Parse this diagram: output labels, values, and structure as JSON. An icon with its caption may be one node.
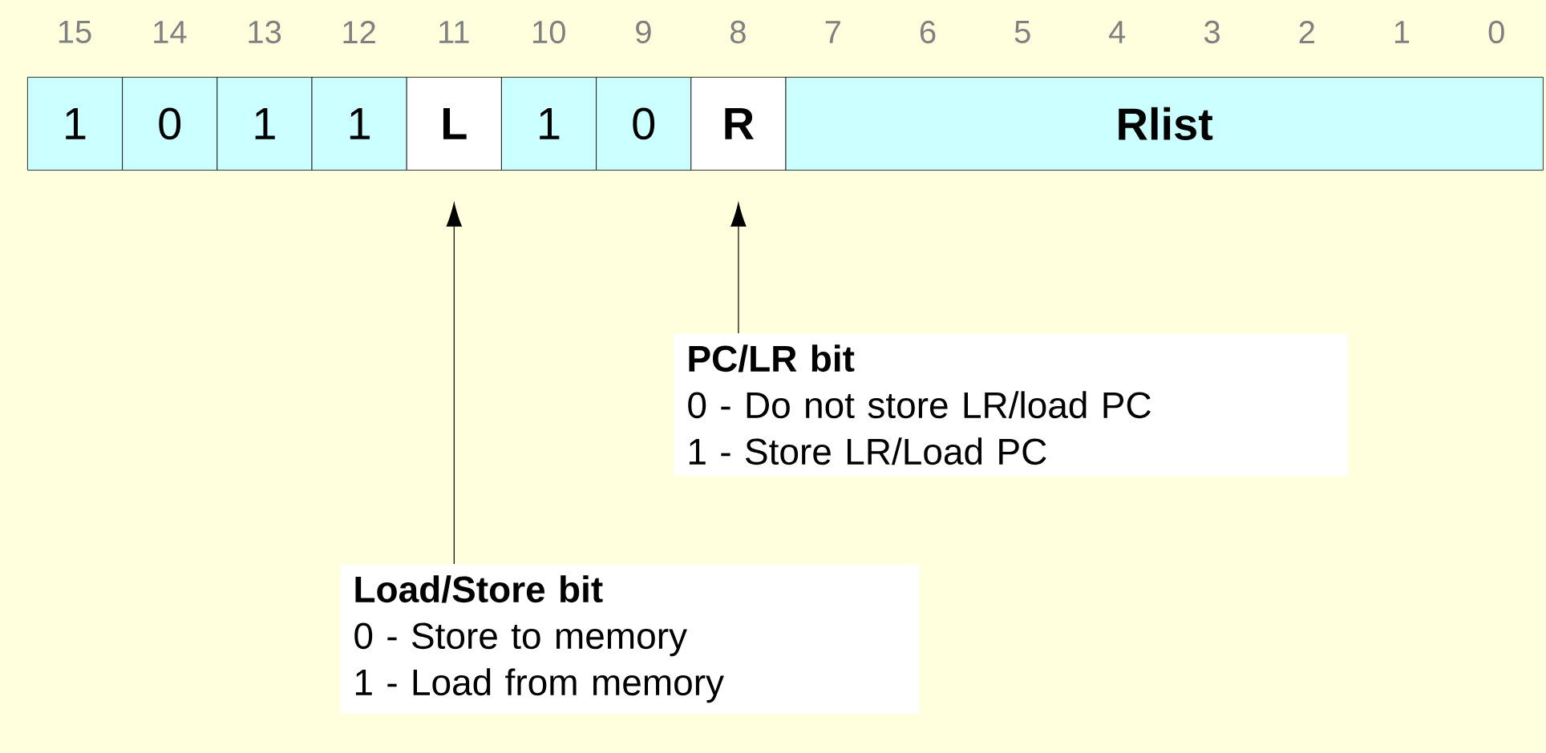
{
  "diagram": {
    "nodes": [
      {
        "text": [
          "1"
        ]
      },
      {
        "text": [
          "0"
        ]
      },
      {
        "text": [
          "1"
        ]
      },
      {
        "text": [
          "1"
        ]
      },
      {
        "text": [
          "L"
        ]
      },
      {
        "text": [
          "1"
        ]
      },
      {
        "text": [
          "0"
        ]
      },
      {
        "text": [
          "R"
        ]
      },
      {
        "text": [
          "Rlist"
        ]
      },
      {
        "text": [
          "PC/LR bit",
          "0 - Do not store LR/load PC",
          "1 - Store LR/Load PC"
        ]
      },
      {
        "text": [
          "Load/Store bit",
          "0 - Store to memory",
          "1 - Load from memory"
        ]
      }
    ],
    "edges": [
      {
        "from": 9,
        "to": 7,
        "arrow": "to"
      },
      {
        "from": 10,
        "to": 4,
        "arrow": "to"
      }
    ],
    "labels": [
      "15",
      "14",
      "13",
      "12",
      "11",
      "10",
      "9",
      "8",
      "7",
      "6",
      "5",
      "4",
      "3",
      "2",
      "1",
      "0"
    ]
  }
}
